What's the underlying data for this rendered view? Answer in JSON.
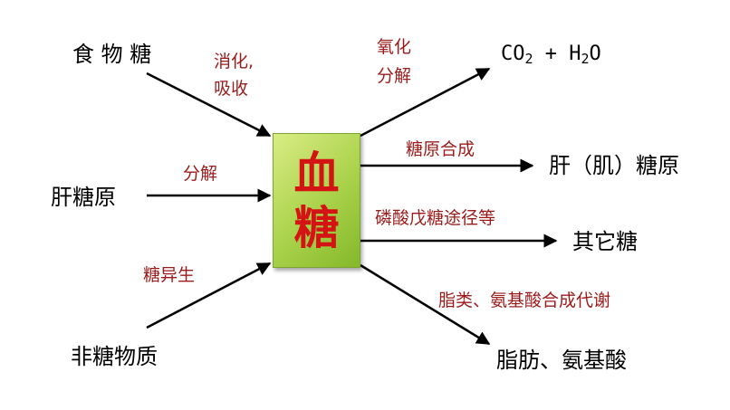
{
  "center": {
    "line1": "血",
    "line2": "糖"
  },
  "sources": {
    "food_sugar": "食 物 糖",
    "liver_glycogen": "肝糖原",
    "non_sugar": "非糖物质"
  },
  "products": {
    "co2_part1": "CO",
    "co2_sub": "2",
    "plus": " + H",
    "h2o_sub": "2",
    "h2o_part2": "O",
    "glycogen": "肝（肌）糖原",
    "other_sugars": "其它糖",
    "fat_amino": "脂肪、氨基酸"
  },
  "edge_labels": {
    "digest_line1": "消化,",
    "digest_line2": "吸收",
    "decompose": "分解",
    "gluconeogenesis": "糖异生",
    "oxidize_line1": "氧化",
    "oxidize_line2": "分解",
    "glycogen_synthesis": "糖原合成",
    "pentose_pathway": "磷酸戊糖途径等",
    "lipid_amino_synthesis": "脂类、氨基酸合成代谢"
  },
  "colors": {
    "label": "#9b1b1b",
    "center_text": "#d41414",
    "box_fill": "#a9d24a",
    "arrow": "#000000"
  }
}
